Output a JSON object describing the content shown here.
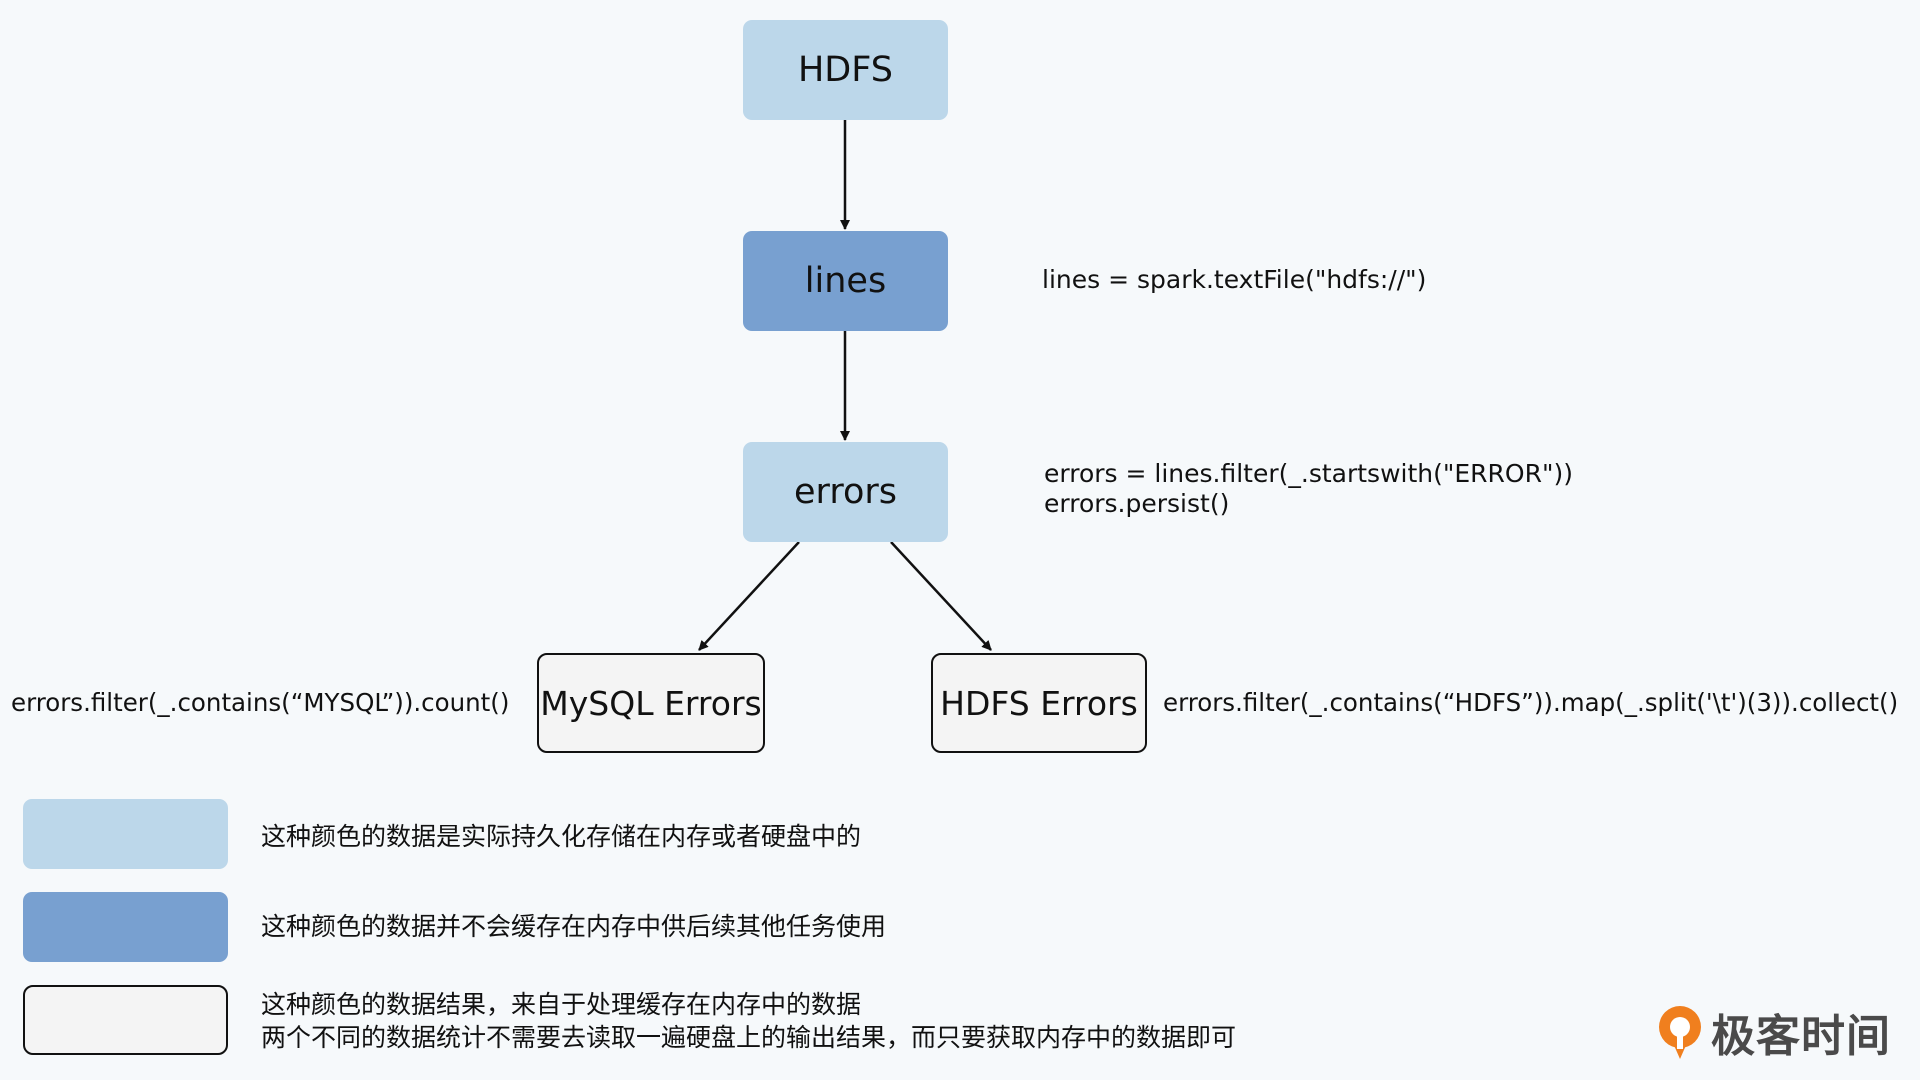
{
  "nodes": {
    "hdfs": "HDFS",
    "lines": "lines",
    "errors": "errors",
    "mysql_errors": "MySQL Errors",
    "hdfs_errors": "HDFS Errors"
  },
  "code": {
    "lines": "lines = spark.textFile(\"hdfs://\")",
    "errors_line1": "errors = lines.filter(_.startswith(\"ERROR\"))",
    "errors_line2": "errors.persist()",
    "mysql": "errors.filter(_.contains(“MYSQL”)).count()",
    "hdfs": "errors.filter(_.contains(“HDFS”)).map(_.split('\\t')(3)).collect()"
  },
  "legend": {
    "light": "这种颜色的数据是实际持久化存储在内存或者硬盘中的",
    "dark": "这种颜色的数据并不会缓存在内存中供后续其他任务使用",
    "white_line1": "这种颜色的数据结果，来自于处理缓存在内存中的数据",
    "white_line2": "两个不同的数据统计不需要去读取一遍硬盘上的输出结果，而只要获取内存中的数据即可"
  },
  "logo": {
    "text": "极客时间"
  },
  "colors": {
    "persisted": "#bcd7ea",
    "not_cached": "#78a0d0",
    "result": "#f4f4f4",
    "logo_orange": "#f07f1e"
  }
}
